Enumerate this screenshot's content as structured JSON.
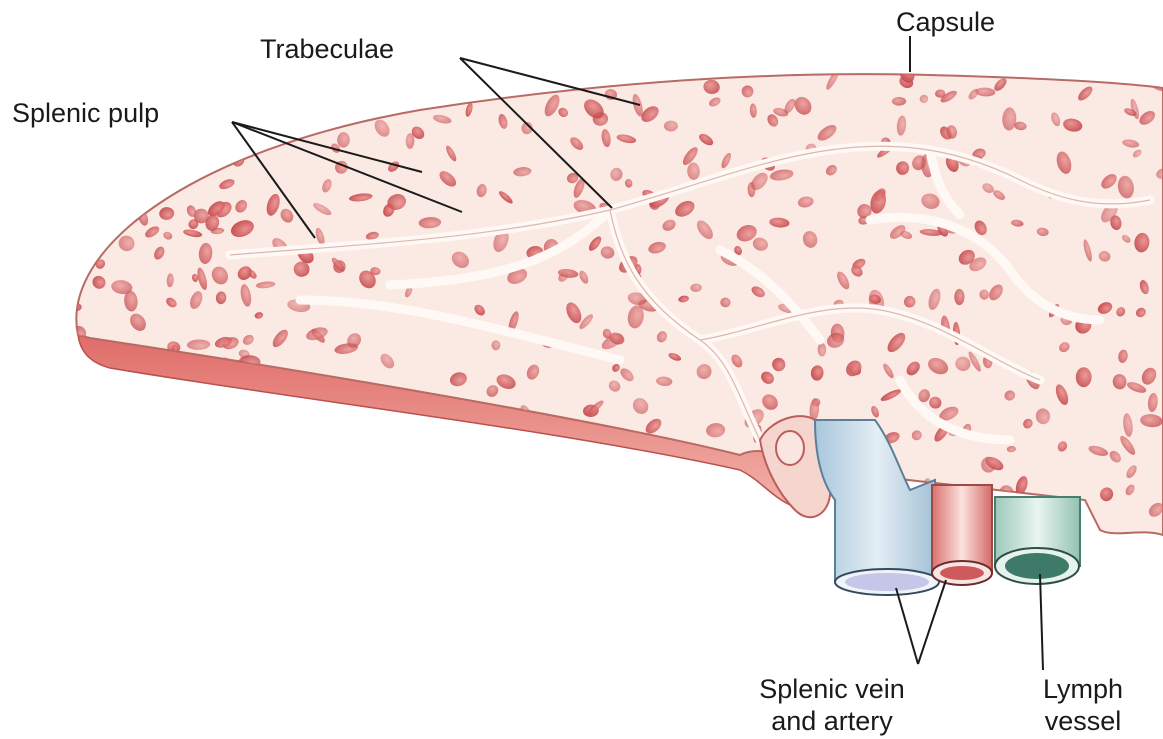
{
  "labels": {
    "capsule": "Capsule",
    "trabeculae": "Trabeculae",
    "splenic_pulp": "Splenic pulp",
    "splenic_vessels_line1": "Splenic vein",
    "splenic_vessels_line2": "and artery",
    "lymph_line1": "Lymph",
    "lymph_line2": "vessel"
  },
  "colors": {
    "tissue_fill": "#fbeae4",
    "capsule_edge": "#d9665f",
    "pulp_spot": "#d45a5c",
    "trabecula": "#fff6f2",
    "vein": "#c5dbe8",
    "artery": "#e69a96",
    "lymph_vessel": "#bfe0d5",
    "lymph_lumen": "#3e7a68",
    "leader_line": "#1a1a1a"
  }
}
